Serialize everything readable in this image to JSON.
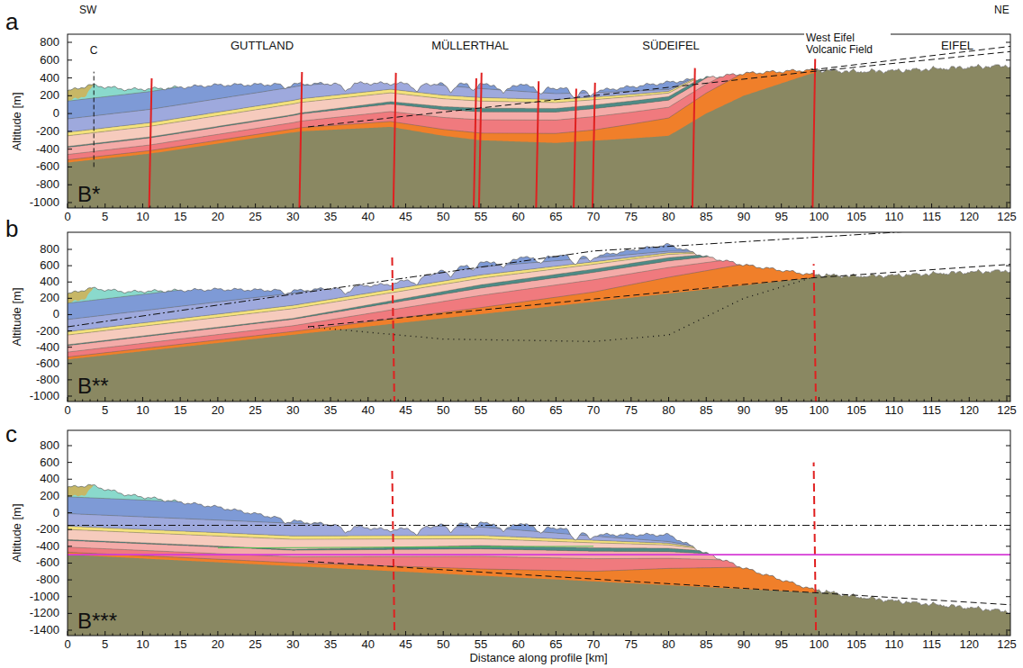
{
  "diagram": {
    "labels": [
      "a",
      "SW",
      "NE",
      "GUTTLAND",
      "MÜLLERTHAL",
      "SÜDEIFEL",
      "West Eifel Volcanic Field",
      "EIFEL",
      "C",
      "B*",
      "Altitude [m]",
      "800",
      "600",
      "400",
      "200",
      "0",
      "-200",
      "-400",
      "-600",
      "-800",
      "-1000",
      "0",
      "5",
      "10",
      "15",
      "20",
      "25",
      "30",
      "35",
      "40",
      "45",
      "50",
      "55",
      "60",
      "65",
      "70",
      "75",
      "80",
      "85",
      "90",
      "95",
      "100",
      "105",
      "110",
      "115",
      "120",
      "125",
      "b",
      "B**",
      "Altitude [m]",
      "800",
      "600",
      "400",
      "200",
      "0",
      "-200",
      "-400",
      "-600",
      "-800",
      "-1000",
      "0",
      "5",
      "10",
      "15",
      "20",
      "25",
      "30",
      "35",
      "40",
      "45",
      "50",
      "55",
      "60",
      "65",
      "70",
      "75",
      "80",
      "85",
      "90",
      "95",
      "100",
      "105",
      "110",
      "115",
      "120",
      "125",
      "c",
      "B***",
      "Altitude [m]",
      "800",
      "600",
      "400",
      "200",
      "0",
      "-200",
      "-400",
      "-600",
      "-800",
      "-1000",
      "-1200",
      "-1400",
      "0",
      "5",
      "10",
      "15",
      "20",
      "25",
      "30",
      "35",
      "40",
      "45",
      "50",
      "55",
      "60",
      "65",
      "70",
      "75",
      "80",
      "85",
      "90",
      "95",
      "100",
      "105",
      "110",
      "115",
      "120",
      "125",
      "Distance along profile [km]"
    ]
  }
}
